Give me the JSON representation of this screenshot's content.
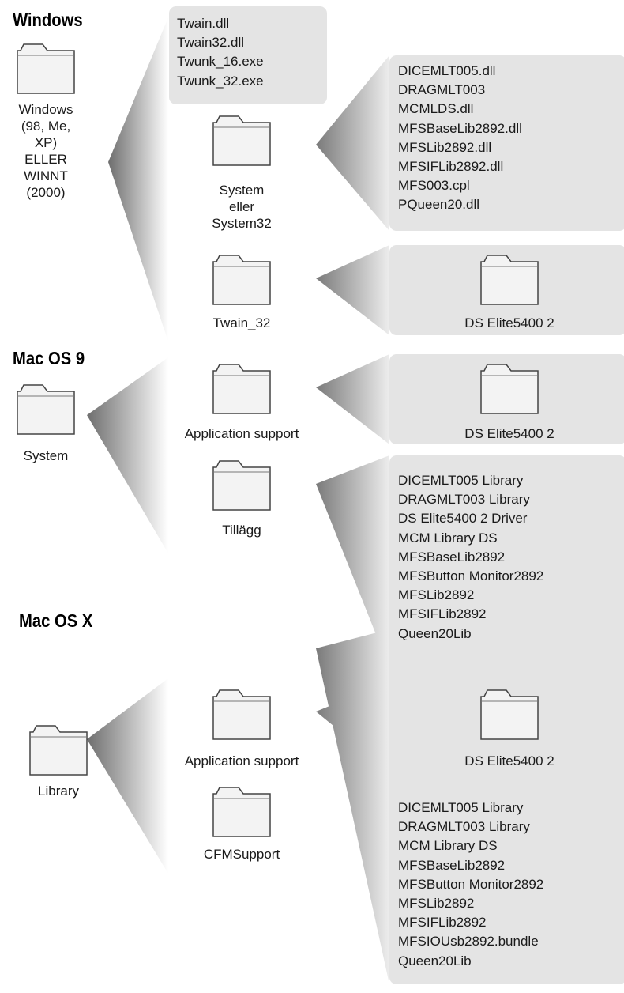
{
  "sections": {
    "windows": {
      "heading": "Windows",
      "root_label": [
        "Windows",
        "(98, Me,",
        "XP)",
        "ELLER",
        "WINNT",
        "(2000)"
      ],
      "root_files": [
        "Twain.dll",
        "Twain32.dll",
        "Twunk_16.exe",
        "Twunk_32.exe"
      ],
      "system32": {
        "label": [
          "System",
          "eller",
          "System32"
        ],
        "files": [
          "DICEMLT005.dll",
          "DRAGMLT003",
          "MCMLDS.dll",
          "MFSBaseLib2892.dll",
          "MFSLib2892.dll",
          "MFSIFLib2892.dll",
          "MFS003.cpl",
          "PQueen20.dll"
        ]
      },
      "twain32": {
        "label": "Twain_32",
        "child_folder": "DS Elite5400 2"
      }
    },
    "macos9": {
      "heading": "Mac OS 9",
      "root_label": "System",
      "app_support": {
        "label": "Application support",
        "child_folder": "DS Elite5400 2"
      },
      "tillagg": {
        "label": "Tillägg",
        "files": [
          "DICEMLT005 Library",
          "DRAGMLT003 Library",
          "DS Elite5400 2 Driver",
          "MCM Library DS",
          "MFSBaseLib2892",
          "MFSButton Monitor2892",
          "MFSLib2892",
          "MFSIFLib2892",
          "Queen20Lib"
        ]
      }
    },
    "macosx": {
      "heading": "Mac OS X",
      "root_label": "Library",
      "app_support": {
        "label": "Application support",
        "child_folder": "DS Elite5400 2"
      },
      "cfmsupport": {
        "label": "CFMSupport",
        "files": [
          "DICEMLT005 Library",
          "DRAGMLT003 Library",
          "MCM Library DS",
          "MFSBaseLib2892",
          "MFSButton Monitor2892",
          "MFSLib2892",
          "MFSIFLib2892",
          "MFSIOUsb2892.bundle",
          "Queen20Lib"
        ]
      }
    }
  },
  "colors": {
    "box": "#e4e4e4",
    "wedge_dark": "#6e6e6e",
    "wedge_light": "#ffffff",
    "folder_fill": "#f3f3f3",
    "folder_stroke": "#444444"
  },
  "icons": [
    "folder-icon"
  ]
}
